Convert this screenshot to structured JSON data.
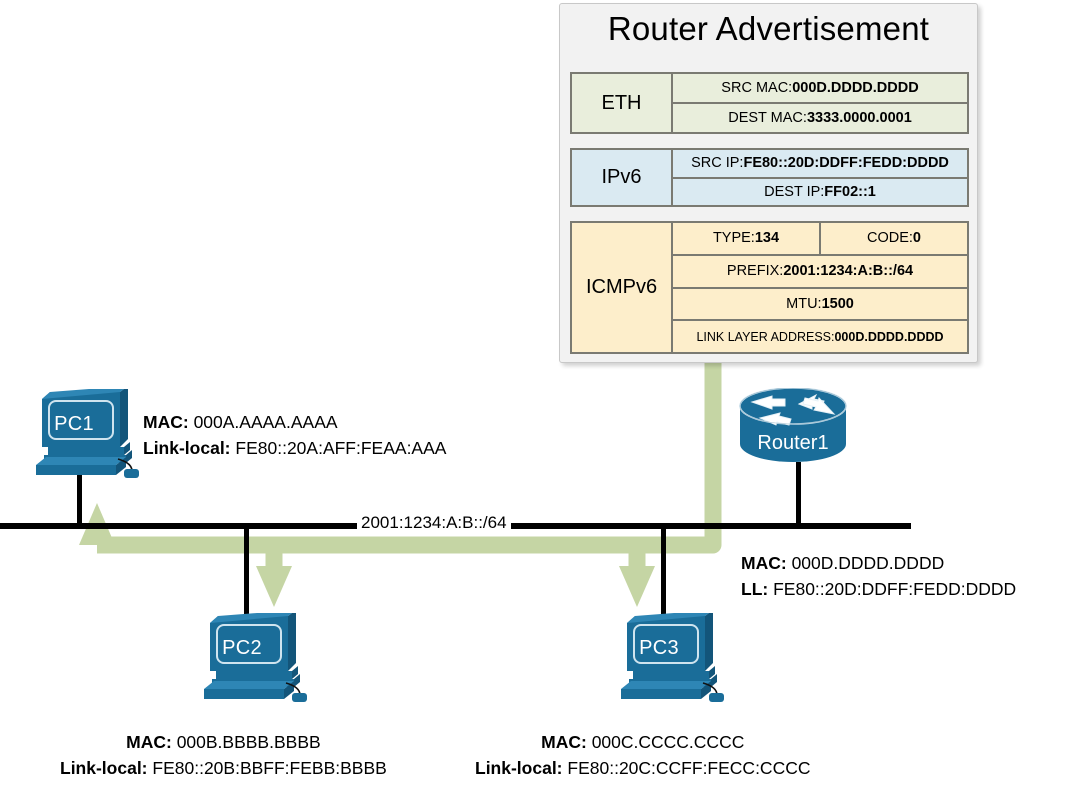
{
  "packet": {
    "title": "Router Advertisement",
    "layers": [
      {
        "name": "ETH",
        "rows": [
          {
            "label": "SRC MAC: ",
            "value": "000D.DDDD.DDDD"
          },
          {
            "label": "DEST MAC: ",
            "value": "3333.0000.0001"
          }
        ]
      },
      {
        "name": "IPv6",
        "rows": [
          {
            "label": "SRC IP: ",
            "value": "FE80::20D:DDFF:FEDD:DDDD"
          },
          {
            "label": "DEST IP: ",
            "value": "FF02::1"
          }
        ]
      },
      {
        "name": "ICMPv6",
        "rows": [
          {
            "label": "TYPE:",
            "value": "134"
          },
          {
            "label": "CODE: ",
            "value": "0"
          },
          {
            "label": "PREFIX:",
            "value": "2001:1234:A:B::/64"
          },
          {
            "label": "MTU: ",
            "value": "1500"
          },
          {
            "label": "LINK LAYER ADDRESS: ",
            "value": "000D.DDDD.DDDD"
          }
        ]
      }
    ]
  },
  "network": {
    "subnet_label": "2001:1234:A:B::/64"
  },
  "devices": {
    "pc1": {
      "name": "PC1",
      "mac_label": "MAC:",
      "mac_value": "000A.AAAA.AAAA",
      "ll_label": "Link-local:",
      "ll_value": "FE80::20A:AFF:FEAA:AAA"
    },
    "pc2": {
      "name": "PC2",
      "mac_label": "MAC:",
      "mac_value": "000B.BBBB.BBBB",
      "ll_label": "Link-local:",
      "ll_value": "FE80::20B:BBFF:FEBB:BBBB"
    },
    "pc3": {
      "name": "PC3",
      "mac_label": "MAC:",
      "mac_value": "000C.CCCC.CCCC",
      "ll_label": "Link-local:",
      "ll_value": "FE80::20C:CCFF:FECC:CCCC"
    },
    "router1": {
      "name": "Router1",
      "mac_label": "MAC:",
      "mac_value": "000D.DDDD.DDDD",
      "ll_label": "LL:",
      "ll_value": "FE80::20D:DDFF:FEDD:DDDD"
    }
  },
  "colors": {
    "eth_fill": "#e9eedc",
    "ipv6_fill": "#daeaf2",
    "icmp_fill": "#fdeecb",
    "flow_green": "#c5d5a4",
    "device_blue": "#1a6d99",
    "box_bg": "#f2f2f2"
  },
  "icons": {
    "pc": "desktop-computer-icon",
    "router": "router-icon"
  }
}
